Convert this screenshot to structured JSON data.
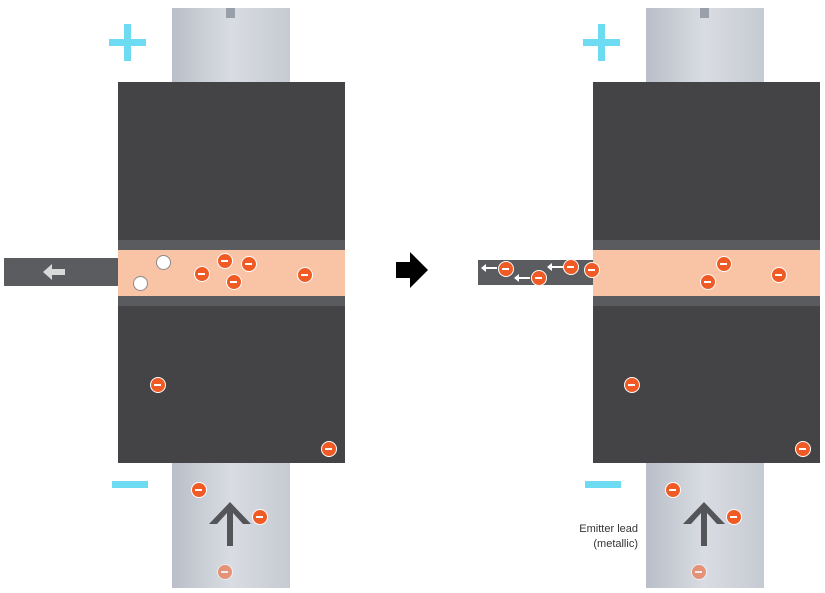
{
  "labels": {
    "positive": "+",
    "negative": "−",
    "emitter_line1": "Emitter lead",
    "emitter_line2": "(metallic)"
  },
  "icons": {
    "transition_arrow": "right-arrow",
    "current_arrow": "up-arrow",
    "base_current_arrow": "left-arrow"
  },
  "colors": {
    "semiconductor": "#444446",
    "base_layer": "#f9c3a6",
    "electron": "#f05a24",
    "sign": "#6ddcf2",
    "lead": "#c9cdd4"
  }
}
